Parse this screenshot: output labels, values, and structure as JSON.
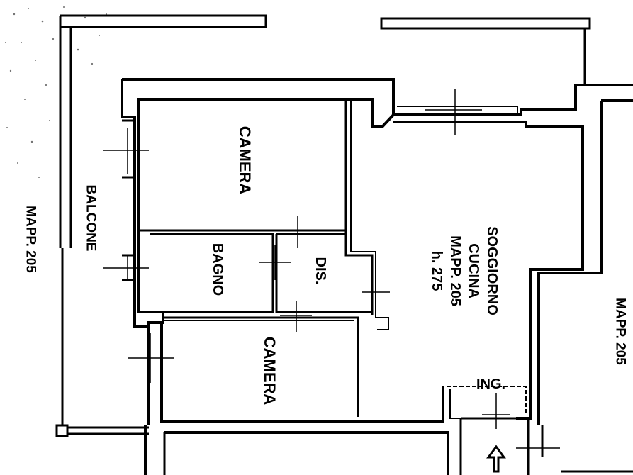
{
  "plan": {
    "rooms": {
      "camera_top": "CAMERA",
      "bagno": "BAGNO",
      "dis": "DIS.",
      "camera_bottom": "CAMERA",
      "soggiorno": "SOGGIORNO",
      "cucina": "CUCINA",
      "soggiorno_mapp": "MAPP. 205",
      "height": "h. 275",
      "ingresso": "ING.",
      "balcone": "BALCONE"
    },
    "parcels": {
      "left": "MAPP. 205",
      "right": "MAPP. 205"
    },
    "entrance_arrow_icon": "arrow-up-icon",
    "colors": {
      "ink": "#000000",
      "paper": "#ffffff"
    }
  }
}
